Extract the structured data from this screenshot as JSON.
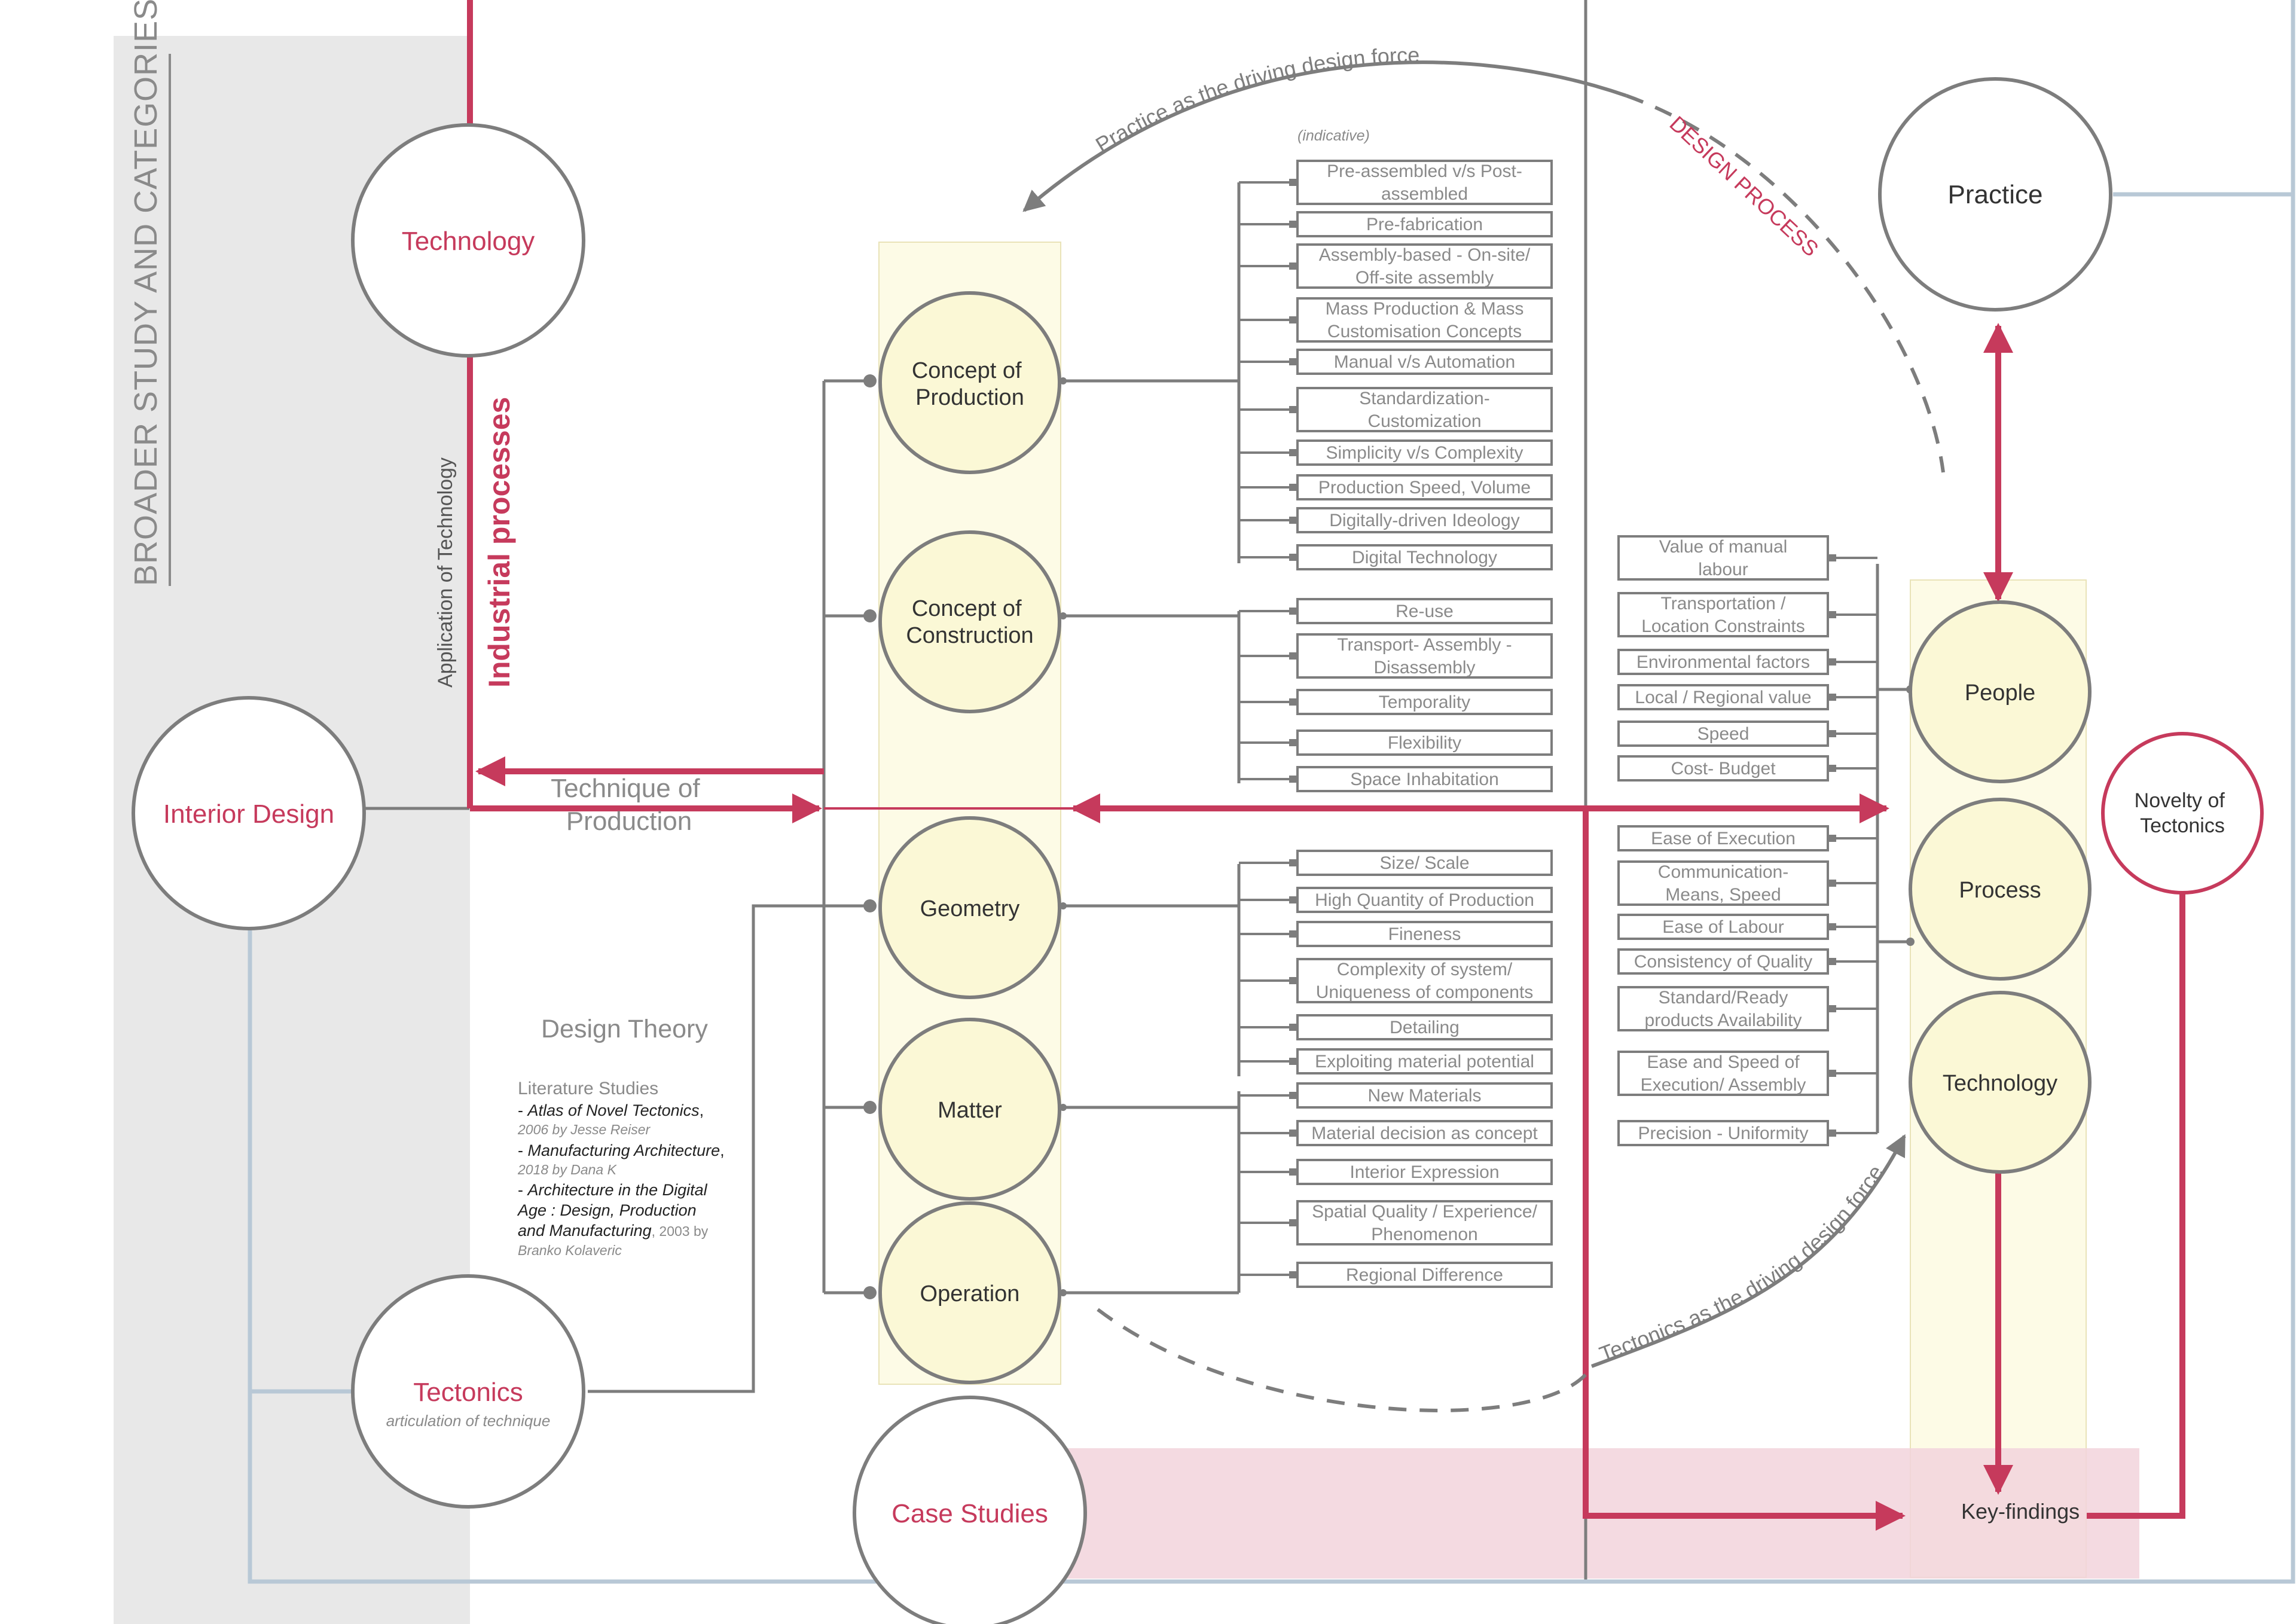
{
  "colors": {
    "accent": "#c63a5c",
    "line": "#7d7d7d",
    "line_light": "#b8c8d6",
    "panel_grey": "#e8e8e8",
    "highlight_yellow": "#fdfbe6",
    "highlight_pink": "#f2d4dc",
    "text": "#333333",
    "text_grey": "#8a8a8a"
  },
  "sidebar": {
    "title": "BROADER STUDY AND CATEGORIES"
  },
  "top_arc_label": "Practice as the driving design force",
  "design_process_label": "DESIGN PROCESS",
  "bottom_arc_label": "Tectonics as the driving design force",
  "vertical_labels": {
    "application": "Application of Technology",
    "industrial": "Industrial processes"
  },
  "technique_label": [
    "Technique of",
    "Production"
  ],
  "left_nodes": {
    "technology": "Technology",
    "interior_design": "Interior Design",
    "tectonics": "Tectonics",
    "tectonics_sub": "articulation of technique",
    "case_studies": "Case Studies"
  },
  "design_theory": {
    "title": "Design Theory",
    "literature_title": "Literature Studies",
    "items": [
      {
        "prefix": "- ",
        "title": "Atlas of Novel Tectonics",
        "suffix": ",",
        "meta": "2006 by Jesse Reiser"
      },
      {
        "prefix": "- ",
        "title": "Manufacturing Architecture",
        "suffix": ",",
        "meta": "2018 by Dana K"
      },
      {
        "prefix": "- ",
        "title": "Architecture in the Digital",
        "title2": "Age : Design, Production",
        "title3": "and Manufacturing",
        "meta_inline": ", 2003 by",
        "meta": "Branko Kolaveric"
      }
    ]
  },
  "center_nodes": [
    {
      "lines": [
        "Concept of",
        "Production"
      ]
    },
    {
      "lines": [
        "Concept of",
        "Construction"
      ]
    },
    {
      "lines": [
        "Geometry"
      ]
    },
    {
      "lines": [
        "Matter"
      ]
    },
    {
      "lines": [
        "Operation"
      ]
    }
  ],
  "indicative_label": "(indicative)",
  "criteria": [
    [
      "Pre-assembled v/s Post-",
      "assembled"
    ],
    [
      "Pre-fabrication"
    ],
    [
      "Assembly-based - On-site/",
      "Off-site assembly"
    ],
    [
      "Mass Production & Mass",
      "Customisation Concepts"
    ],
    [
      "Manual v/s Automation"
    ],
    [
      "Standardization-",
      "Customization"
    ],
    [
      "Simplicity v/s Complexity"
    ],
    [
      "Production Speed, Volume"
    ],
    [
      "Digitally-driven Ideology"
    ],
    [
      "Digital Technology"
    ],
    [
      "Re-use"
    ],
    [
      "Transport- Assembly -",
      "Disassembly"
    ],
    [
      "Temporality"
    ],
    [
      "Flexibility"
    ],
    [
      "Space Inhabitation"
    ],
    [
      "Size/ Scale"
    ],
    [
      "High Quantity of Production"
    ],
    [
      "Fineness"
    ],
    [
      "Complexity of system/",
      "Uniqueness of components"
    ],
    [
      "Detailing"
    ],
    [
      "Exploiting material potential"
    ],
    [
      "New Materials"
    ],
    [
      "Material decision as concept"
    ],
    [
      "Interior Expression"
    ],
    [
      "Spatial Quality / Experience/",
      "Phenomenon"
    ],
    [
      "Regional Difference"
    ]
  ],
  "right_criteria": [
    [
      "Value of manual",
      "labour"
    ],
    [
      "Transportation /",
      "Location Constraints"
    ],
    [
      "Environmental factors"
    ],
    [
      "Local / Regional value"
    ],
    [
      "Speed"
    ],
    [
      "Cost- Budget"
    ],
    [
      "Ease of Execution"
    ],
    [
      "Communication-",
      "Means, Speed"
    ],
    [
      "Ease of Labour"
    ],
    [
      "Consistency of Quality"
    ],
    [
      "Standard/Ready",
      "products Availability"
    ],
    [
      "Ease and Speed of",
      "Execution/ Assembly"
    ],
    [
      "Precision - Uniformity"
    ]
  ],
  "right_nodes": {
    "practice": "Practice",
    "people": "People",
    "process": "Process",
    "technology": "Technology",
    "novelty": [
      "Novelty of",
      "Tectonics"
    ],
    "key_findings": "Key-findings"
  }
}
